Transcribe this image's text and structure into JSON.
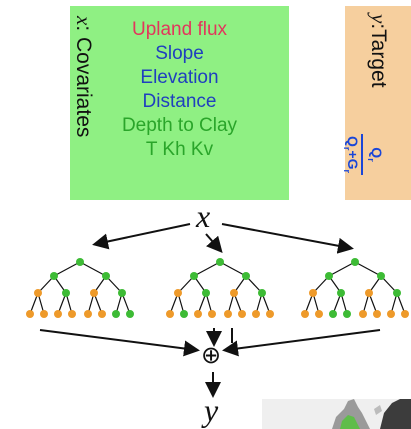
{
  "covariates": {
    "label_var": "x",
    "label_text": ": Covariates",
    "items": [
      {
        "text": "Upland flux",
        "color": "#e2365c"
      },
      {
        "text": "Slope",
        "color": "#1f3fbf"
      },
      {
        "text": "Elevation",
        "color": "#1f3fbf"
      },
      {
        "text": "Distance",
        "color": "#1f3fbf"
      },
      {
        "text": "Depth to Clay",
        "color": "#2aa52a"
      },
      {
        "text": "T  Kh  Kv",
        "color": "#2aa52a"
      }
    ],
    "bg": "#8ff083"
  },
  "target": {
    "label_var": "y",
    "label_text": ":Target",
    "fraction": {
      "num": "Q",
      "num_sub": "r",
      "den": "Q",
      "den_sub": "r",
      "den_plus": "+G",
      "den_plus_sub": "r"
    },
    "bg": "#f6cf9e"
  },
  "ensemble": {
    "input": "x",
    "combine": "⊕",
    "output": "y",
    "node_colors": {
      "green": "#3dbb35",
      "orange": "#ee9a2a"
    }
  }
}
